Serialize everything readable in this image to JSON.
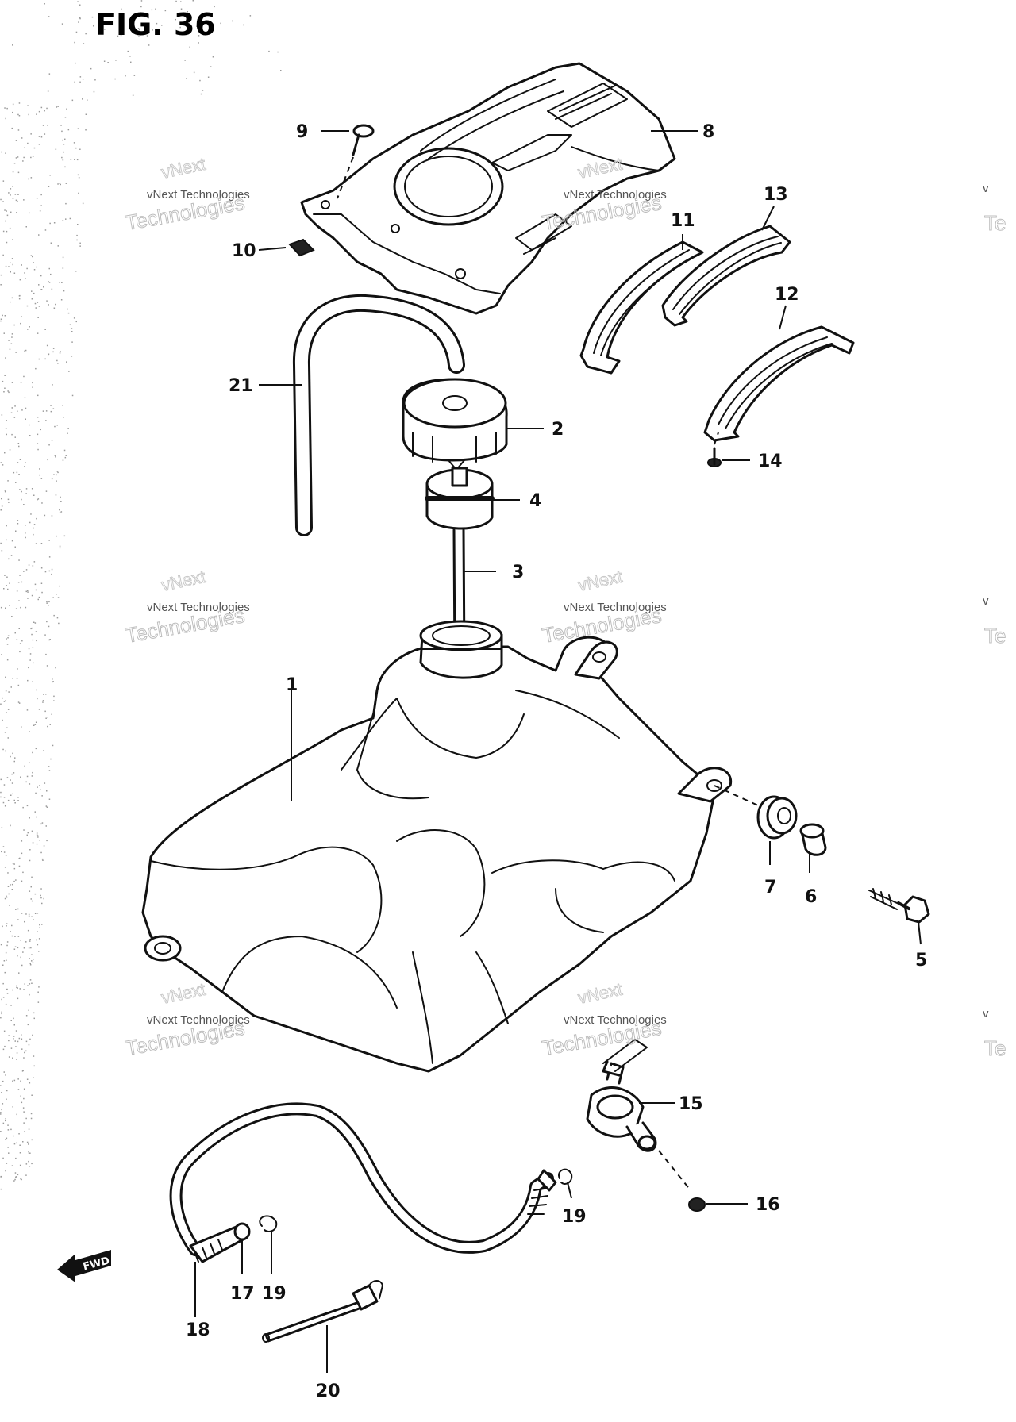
{
  "figure": {
    "title": "FIG. 36"
  },
  "watermark": {
    "line1": "vNext Technologies",
    "line2": "vNext",
    "line3": "Technologies",
    "edge_fragment_top": "v",
    "edge_fragment_bottom": "Te"
  },
  "callouts": [
    {
      "id": "1",
      "label": "1"
    },
    {
      "id": "2",
      "label": "2"
    },
    {
      "id": "3",
      "label": "3"
    },
    {
      "id": "4",
      "label": "4"
    },
    {
      "id": "5",
      "label": "5"
    },
    {
      "id": "6",
      "label": "6"
    },
    {
      "id": "7",
      "label": "7"
    },
    {
      "id": "8",
      "label": "8"
    },
    {
      "id": "9",
      "label": "9"
    },
    {
      "id": "10",
      "label": "10"
    },
    {
      "id": "11",
      "label": "11"
    },
    {
      "id": "12",
      "label": "12"
    },
    {
      "id": "13",
      "label": "13"
    },
    {
      "id": "14",
      "label": "14"
    },
    {
      "id": "15",
      "label": "15"
    },
    {
      "id": "16",
      "label": "16"
    },
    {
      "id": "17",
      "label": "17"
    },
    {
      "id": "18",
      "label": "18"
    },
    {
      "id": "19a",
      "label": "19"
    },
    {
      "id": "19b",
      "label": "19"
    },
    {
      "id": "20",
      "label": "20"
    },
    {
      "id": "21",
      "label": "21"
    }
  ],
  "direction_badge": "FWD",
  "colors": {
    "ink": "#111111",
    "paper": "#ffffff",
    "watermark": "#bdbdbd"
  }
}
